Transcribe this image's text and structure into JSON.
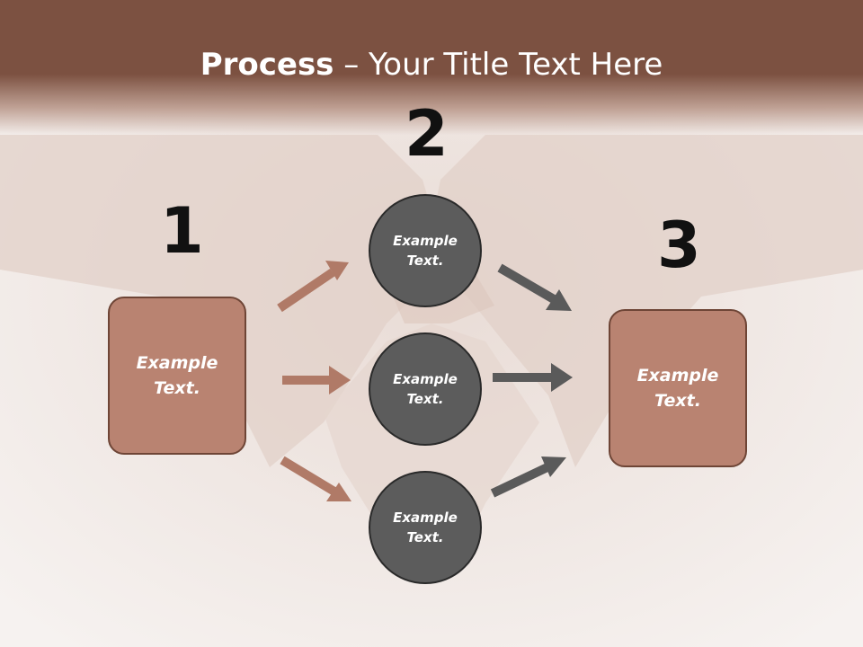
{
  "slide": {
    "title_bold": "Process",
    "title_rest": " – Your Title Text Here",
    "colors": {
      "header": "#7c5141",
      "box_fill": "#b98371",
      "box_border": "#6e4536",
      "circle_fill": "#5c5c5c",
      "left_arrow": "#b07a67",
      "right_arrow": "#5a5a5a"
    },
    "steps": [
      {
        "number": "1",
        "label": "Example\nText."
      },
      {
        "number": "2",
        "label": "Example\nText."
      },
      {
        "number": "3",
        "label": "Example\nText."
      }
    ],
    "circles": [
      {
        "label": "Example\nText."
      },
      {
        "label": "Example\nText."
      },
      {
        "label": "Example\nText."
      }
    ]
  }
}
